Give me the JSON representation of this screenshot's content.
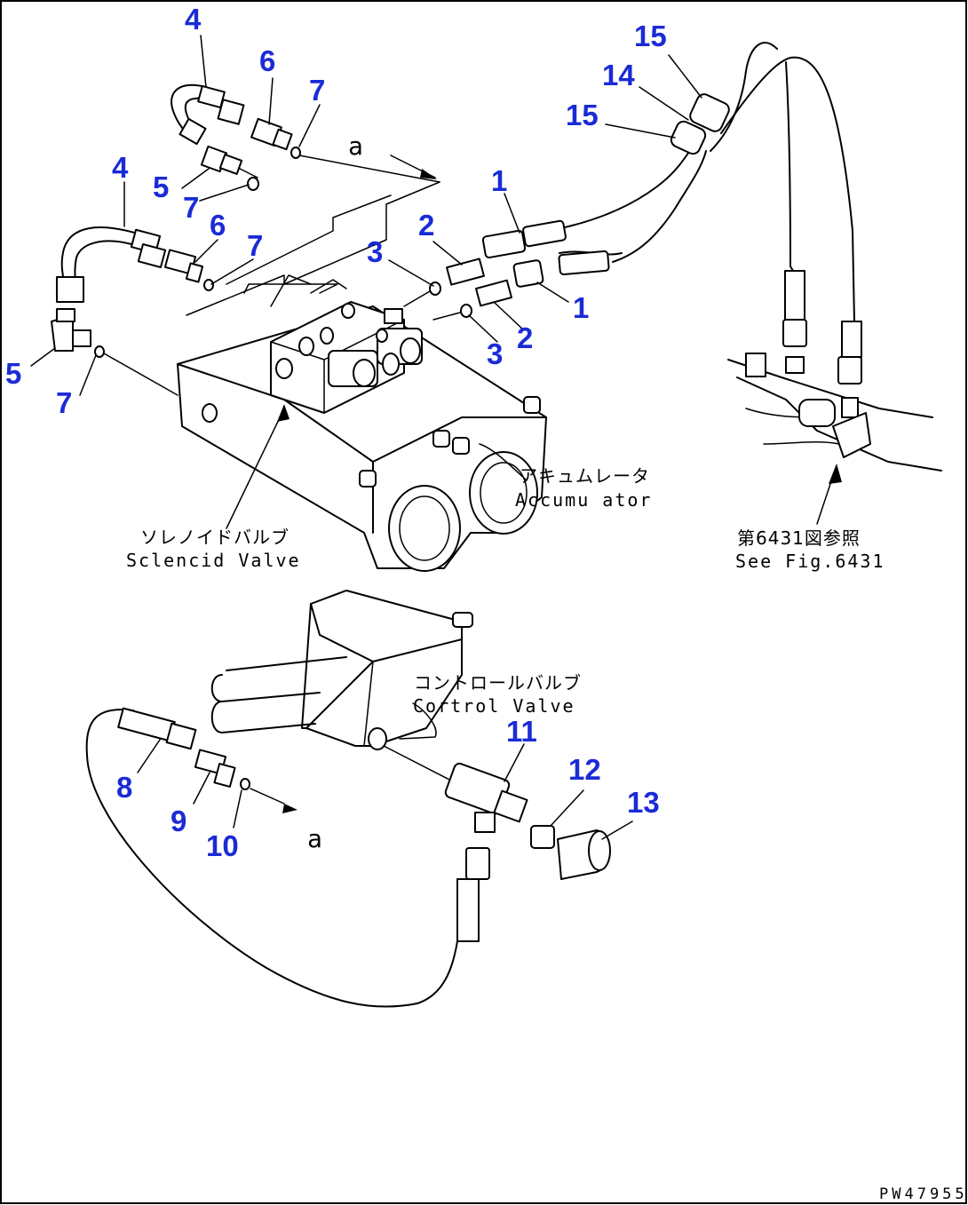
{
  "callouts": [
    {
      "id": "c4a",
      "text": "4"
    },
    {
      "id": "c6a",
      "text": "6"
    },
    {
      "id": "c7a",
      "text": "7"
    },
    {
      "id": "c5a",
      "text": "5"
    },
    {
      "id": "c7b",
      "text": "7"
    },
    {
      "id": "c4b",
      "text": "4"
    },
    {
      "id": "c6b",
      "text": "6"
    },
    {
      "id": "c7c",
      "text": "7"
    },
    {
      "id": "c5b",
      "text": "5"
    },
    {
      "id": "c7d",
      "text": "7"
    },
    {
      "id": "c1a",
      "text": "1"
    },
    {
      "id": "c2a",
      "text": "2"
    },
    {
      "id": "c3a",
      "text": "3"
    },
    {
      "id": "c1b",
      "text": "1"
    },
    {
      "id": "c3b",
      "text": "3"
    },
    {
      "id": "c2b",
      "text": "2"
    },
    {
      "id": "c15a",
      "text": "15"
    },
    {
      "id": "c14",
      "text": "14"
    },
    {
      "id": "c15b",
      "text": "15"
    },
    {
      "id": "c8",
      "text": "8"
    },
    {
      "id": "c9",
      "text": "9"
    },
    {
      "id": "c10",
      "text": "10"
    },
    {
      "id": "c11",
      "text": "11"
    },
    {
      "id": "c12",
      "text": "12"
    },
    {
      "id": "c13",
      "text": "13"
    }
  ],
  "markers": {
    "top": "a",
    "bottom": "a"
  },
  "labels": {
    "solenoid_jp": "ソレノイドバルブ",
    "solenoid_en": "Sclencid Valve",
    "accumulator_jp": "アキュムレータ",
    "accumulator_en": "Accumu ator",
    "control_jp": "コントロールバルブ",
    "control_en": "Cortrol Valve",
    "ref_jp": "第6431図参照",
    "ref_en": "See Fig.6431"
  },
  "drawing_code": "PW47955"
}
